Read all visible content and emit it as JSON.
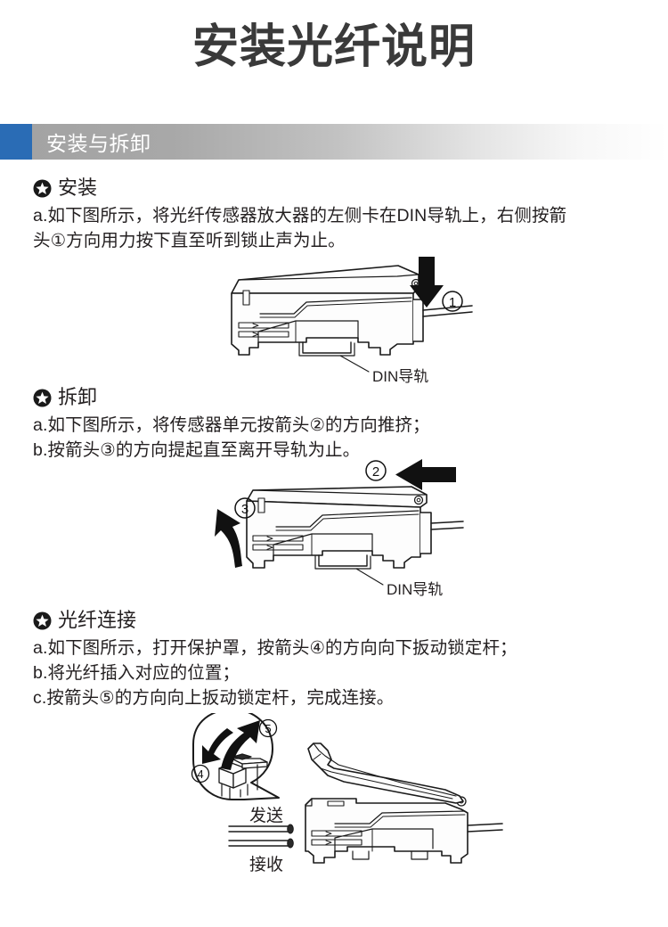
{
  "page": {
    "title": "安装光纤说明",
    "accent_blue": "#2a6cb5",
    "title_color": "#3a3a3a"
  },
  "section_bar": {
    "label": "安装与拆卸"
  },
  "blocks": [
    {
      "id": "install",
      "icon": "star-bullet-icon",
      "heading": "安装",
      "lines": [
        "a.如下图所示，将光纤传感器放大器的左侧卡在DIN导轨上，右侧按箭",
        "头①方向用力按下直至听到锁止声为止。"
      ],
      "figure": {
        "name": "install-diagram",
        "caption": "DIN导轨",
        "markers": [
          "①"
        ]
      }
    },
    {
      "id": "removal",
      "icon": "star-bullet-icon",
      "heading": "拆卸",
      "lines": [
        "a.如下图所示，将传感器单元按箭头②的方向推挤；",
        "b.按箭头③的方向提起直至离开导轨为止。"
      ],
      "figure": {
        "name": "removal-diagram",
        "caption": "DIN导轨",
        "markers": [
          "②",
          "③"
        ]
      }
    },
    {
      "id": "fiber-connection",
      "icon": "star-bullet-icon",
      "heading": "光纤连接",
      "lines": [
        "a.如下图所示，打开保护罩，按箭头④的方向向下扳动锁定杆；",
        "b.将光纤插入对应的位置；",
        "c.按箭头⑤的方向向上扳动锁定杆，完成连接。"
      ],
      "figure": {
        "name": "fiber-connection-diagram",
        "captions": [
          "发送",
          "接收"
        ],
        "markers": [
          "④",
          "⑤"
        ]
      }
    }
  ]
}
